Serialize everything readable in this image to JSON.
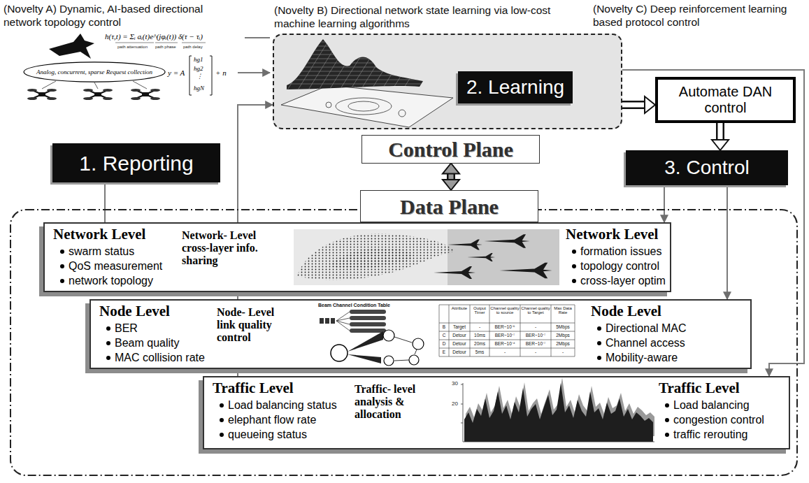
{
  "diagram": {
    "nodes": [
      {
        "text": [
          "Analog, concurrent, sparse Request collection"
        ]
      },
      {
        "text": [
          "(Novelty B) Directional network state learning via low-cost machine learning algorithms"
        ]
      },
      {
        "text": [
          "2. Learning"
        ],
        "in": 1
      },
      {
        "text": [
          "Automate DAN control"
        ]
      },
      {
        "text": [
          "Control Plane"
        ]
      },
      {
        "text": [
          "1. Reporting"
        ]
      },
      {
        "text": [
          "3. Control"
        ]
      },
      {
        "text": [
          "Data Plane"
        ]
      },
      {
        "text": [
          "Network Level",
          "swarm status",
          "QoS measurement",
          "network topology",
          "Network- Level cross-layer info. sharing",
          "Network Level",
          "formation issues",
          "topology control",
          "cross-layer optim"
        ]
      },
      {
        "text": [
          "Node Level",
          "BER",
          "Beam quality",
          "MAC collision rate",
          "Node- Level link quality control",
          "Node Level",
          "Directional MAC",
          "Channel access",
          "Mobility-aware"
        ]
      },
      {
        "text": [
          "Traffic Level",
          "Load balancing status",
          "elephant flow rate",
          "queueing status",
          "Traffic- level analysis & allocation",
          "Traffic Level",
          "Load balancing",
          "congestion control",
          "traffic rerouting"
        ]
      }
    ],
    "edges": [
      {
        "from": 5,
        "to": 8,
        "arrow": "none"
      },
      {
        "from": 10,
        "to": 1,
        "arrow": "to"
      },
      {
        "from": 1,
        "to": 3,
        "arrow": "to"
      },
      {
        "from": 3,
        "to": 6,
        "arrow": "to"
      },
      {
        "from": 4,
        "to": 7,
        "arrow": "both"
      },
      {
        "from": 6,
        "to": 8,
        "arrow": "to"
      },
      {
        "from": 6,
        "to": 9,
        "arrow": "to"
      },
      {
        "from": 1,
        "to": 10,
        "arrow": "to"
      }
    ],
    "labels": [
      "(Novelty A) Dynamic, AI-based directional network topology control",
      "(Novelty C) Deep reinforcement learning based protocol control",
      "h(τ,t) = Σᵢ aᵢ(t)e^(jφᵢ(t)) δ(τ − τᵢ)",
      "path attenuation",
      "path phase",
      "path delay",
      "y = A",
      "hg1",
      "hg2",
      "⋮",
      "hgN",
      "+ n",
      "Beam Channel Condition Table",
      "Attribute",
      "Output Timer",
      "Channel quality to source",
      "Channel quality to Target",
      "Max Data Rate",
      "B",
      "Target",
      "-",
      "BER~10⁻⁶",
      "-",
      "5Mbps",
      "C",
      "Detour",
      "10ms",
      "BER~10⁻⁷",
      "BER~10⁻⁷",
      "2Mbps",
      "D",
      "Detour",
      "20ms",
      "BER~10⁻⁴",
      "BER~10⁻⁷",
      "2Mbps",
      "E",
      "Detour",
      "5ms",
      "-",
      "-",
      "-",
      "30",
      "20"
    ]
  }
}
